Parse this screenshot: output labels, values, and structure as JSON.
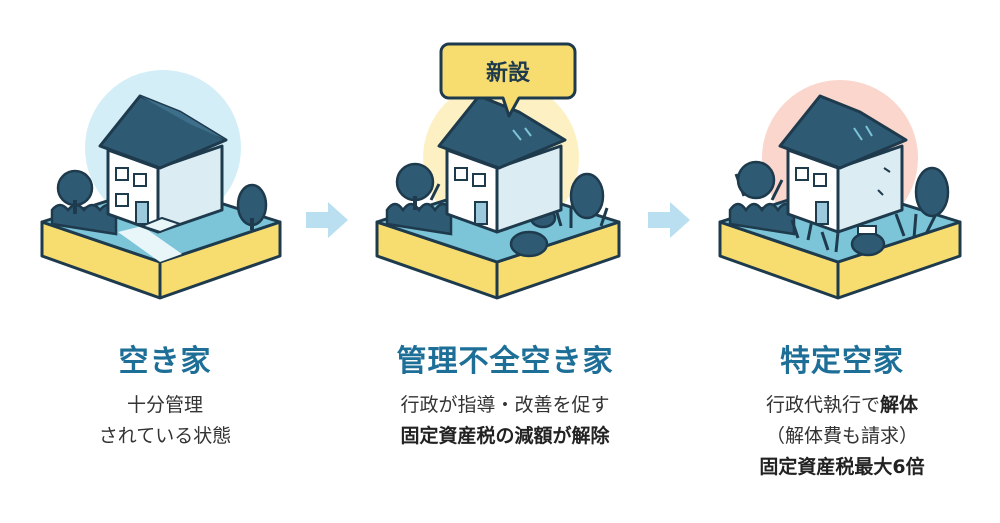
{
  "steps": [
    {
      "title": "空き家",
      "desc_lines": [
        {
          "plain": "十分管理"
        },
        {
          "plain": "されている状態"
        }
      ]
    },
    {
      "title": "管理不全空き家",
      "badge": "新設",
      "desc_lines": [
        {
          "plain": "行政が指導・改善を促す"
        },
        {
          "bold": "固定資産税の減額が解除"
        }
      ]
    },
    {
      "title": "特定空家",
      "desc_lines": [
        {
          "plain": "行政代執行で",
          "bold": "解体"
        },
        {
          "plain": "（解体費も請求）"
        },
        {
          "bold": "固定資産税最大6倍"
        }
      ]
    }
  ],
  "colors": {
    "title": "#1e6f98",
    "step1_circle": "#d3eef7",
    "step2_circle": "#fdf1c4",
    "step3_circle": "#fad6cc",
    "base_yellow": "#f7dc6f",
    "outline": "#1e3a4d",
    "arrow": "#b9dff0"
  }
}
